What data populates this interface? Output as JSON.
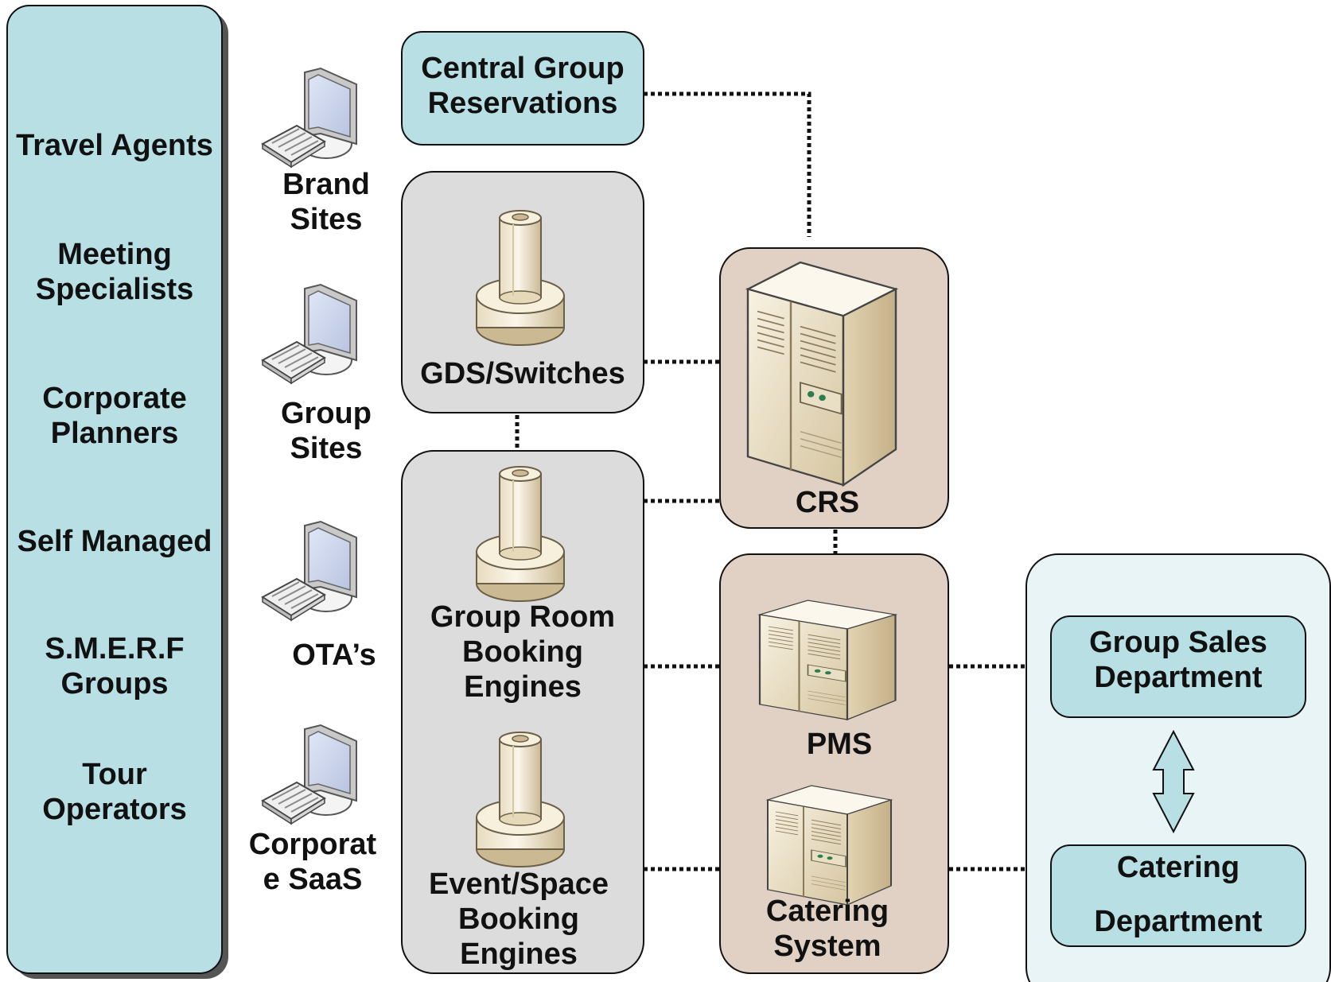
{
  "audience": {
    "items": [
      "Travel Agents",
      "Meeting\nSpecialists",
      "Corporate\nPlanners",
      "Self Managed",
      "S.M.E.R.F\nGroups",
      "Tour\nOperators"
    ]
  },
  "channels": {
    "items": [
      "Brand\nSites",
      "Group\nSites",
      "OTA’s",
      "Corporat\ne SaaS"
    ]
  },
  "systems": {
    "central_group": "Central Group\nReservations",
    "gds": "GDS/Switches",
    "group_room": "Group Room\nBooking\nEngines",
    "event_space": "Event/Space\nBooking\nEngines",
    "crs": "CRS",
    "pms": "PMS",
    "catering_system": "Catering\nSystem"
  },
  "departments": {
    "group_sales": "Group Sales\nDepartment",
    "catering": "Catering\n\nDepartment"
  },
  "colors": {
    "teal_fill": "#b8dfe3",
    "light_teal_fill": "#e8f4f5",
    "gray_fill": "#dcdcdc",
    "tan_fill": "#e0d1c4",
    "device_fill": "#eee6cf"
  }
}
